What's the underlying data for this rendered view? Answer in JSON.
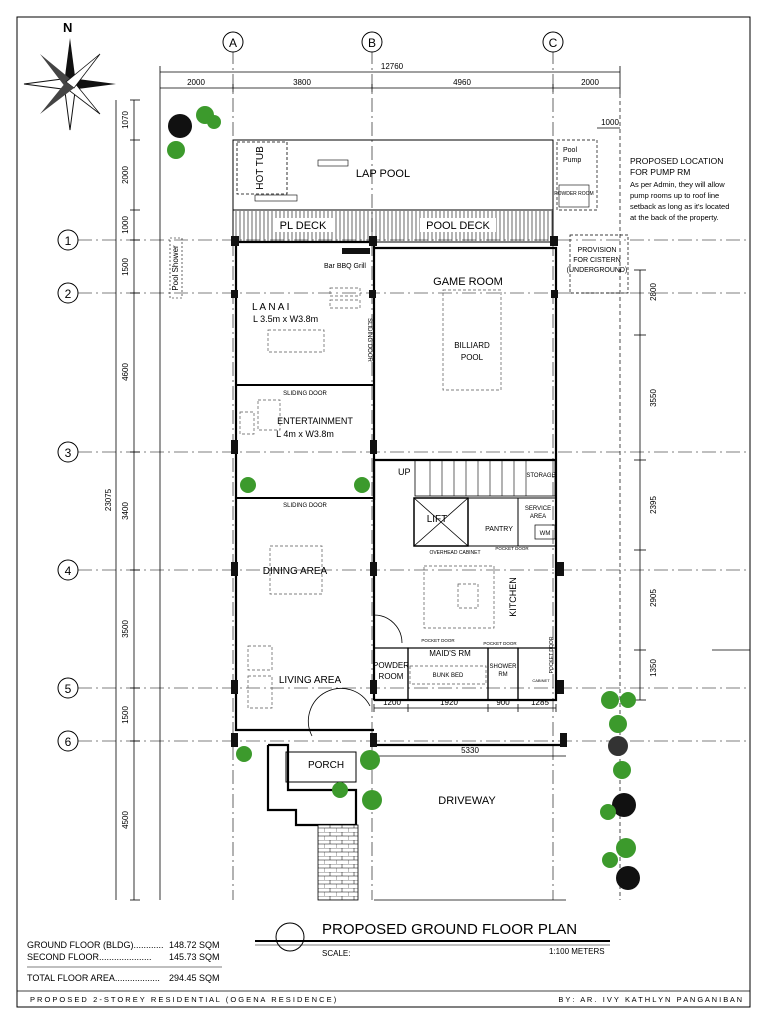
{
  "north_label": "N",
  "grid_columns": [
    "A",
    "B",
    "C"
  ],
  "grid_rows": [
    "1",
    "2",
    "3",
    "4",
    "5",
    "6"
  ],
  "top_dims": {
    "overall": "12760",
    "segments": [
      "2000",
      "3800",
      "4960",
      "2000"
    ]
  },
  "left_dims": [
    "1070",
    "2000",
    "1000",
    "1500",
    "4600",
    "3400",
    "3500",
    "1500",
    "4500"
  ],
  "left_total": "23075",
  "right_dims": [
    "2800",
    "3550",
    "2395",
    "2905",
    "1350"
  ],
  "bottom_dims": [
    "1200",
    "1920",
    "900",
    "1285"
  ],
  "driveway_dim": "5330",
  "pump_dim": "1000",
  "rooms": {
    "lap_pool": "LAP POOL",
    "hot_tub": "HOT TUB",
    "pl_deck": "PL DECK",
    "pool_deck": "POOL DECK",
    "pool_pump": "Pool Pump",
    "powder_room_top": "POWDER ROOM",
    "game_room": "GAME ROOM",
    "billiard": "BILLIARD POOL",
    "lanai": "L A N A I",
    "lanai_size": "L 3.5m x W3.8m",
    "bar_bbq": "Bar BBQ Grill",
    "sliding_door_side": "SLIDING DOOR",
    "entertainment": "ENTERTAINMENT",
    "entertainment_size": "L 4m x W3.8m",
    "sliding_door_top": "SLIDING DOOR",
    "sliding_door_bottom": "SLIDING DOOR",
    "up": "UP",
    "storage": "STORAGE",
    "service_area": "SERVICE AREA",
    "wm": "WM",
    "lift": "LIFT",
    "pantry": "PANTRY",
    "overhead_cabinet": "OVERHEAD CABINET",
    "pocket_door_1": "POCKET DOOR",
    "pocket_door_2": "POCKET DOOR",
    "pocket_door_3": "POCKET DOOR",
    "pocket_door_v": "POCKET DOOR",
    "dining": "DINING AREA",
    "kitchen": "KITCHEN",
    "living": "LIVING AREA",
    "powder_room": "POWDER ROOM",
    "maids_rm": "MAID'S RM",
    "bunk_bed": "BUNK BED",
    "shower": "SHOWER RM",
    "cabinet": "CABINET",
    "porch": "PORCH",
    "driveway": "DRIVEWAY",
    "pool_shower": "Pool Shower",
    "cistern": "PROVISION FOR CISTERN (UNDERGROUND)"
  },
  "note": {
    "title_line1": "PROPOSED LOCATION",
    "title_line2": "FOR PUMP RM",
    "body": [
      "As per Admin, they will allow",
      "pump rooms up to roof line",
      "setback as long as it's located",
      "at the back of the property."
    ]
  },
  "title_block": {
    "title": "PROPOSED GROUND FLOOR PLAN",
    "scale_label": "SCALE:",
    "scale_value": "1:100 METERS"
  },
  "areas": [
    {
      "label": "GROUND FLOOR (BLDG)............",
      "value": "148.72 SQM"
    },
    {
      "label": "SECOND FLOOR.....................",
      "value": "145.73 SQM"
    },
    {
      "label": "TOTAL FLOOR AREA..................",
      "value": "294.45 SQM"
    }
  ],
  "footer": {
    "project": "P R O P O S E D   2 - S T O R E Y   R E S I D E N T I A L   ( O G E N A   R E S I D E N C E )",
    "author": "B Y :   A R .   I V Y   K A T H L Y N   P A N G A N I B A N"
  }
}
